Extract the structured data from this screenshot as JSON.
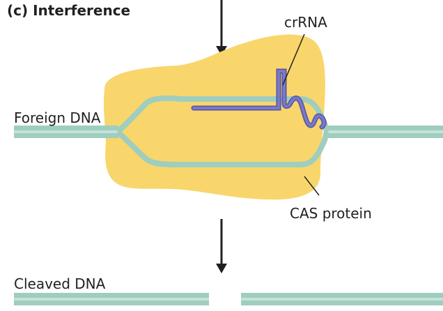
{
  "figure": {
    "panel_title": "(c)  Interference"
  },
  "labels": {
    "crrna": "crRNA",
    "foreign_dna": "Foreign DNA",
    "cas_protein": "CAS protein",
    "cleaved_dna": "Cleaved DNA"
  },
  "colors": {
    "dna_strand": "#9fcdbf",
    "dna_inner": "#c4e3d8",
    "cas_protein": "#f8d66b",
    "crrna": "#7a78c8",
    "crrna_dark": "#56539f",
    "arrow": "#231f20",
    "text": "#231f20",
    "pointer": "#231f20"
  }
}
